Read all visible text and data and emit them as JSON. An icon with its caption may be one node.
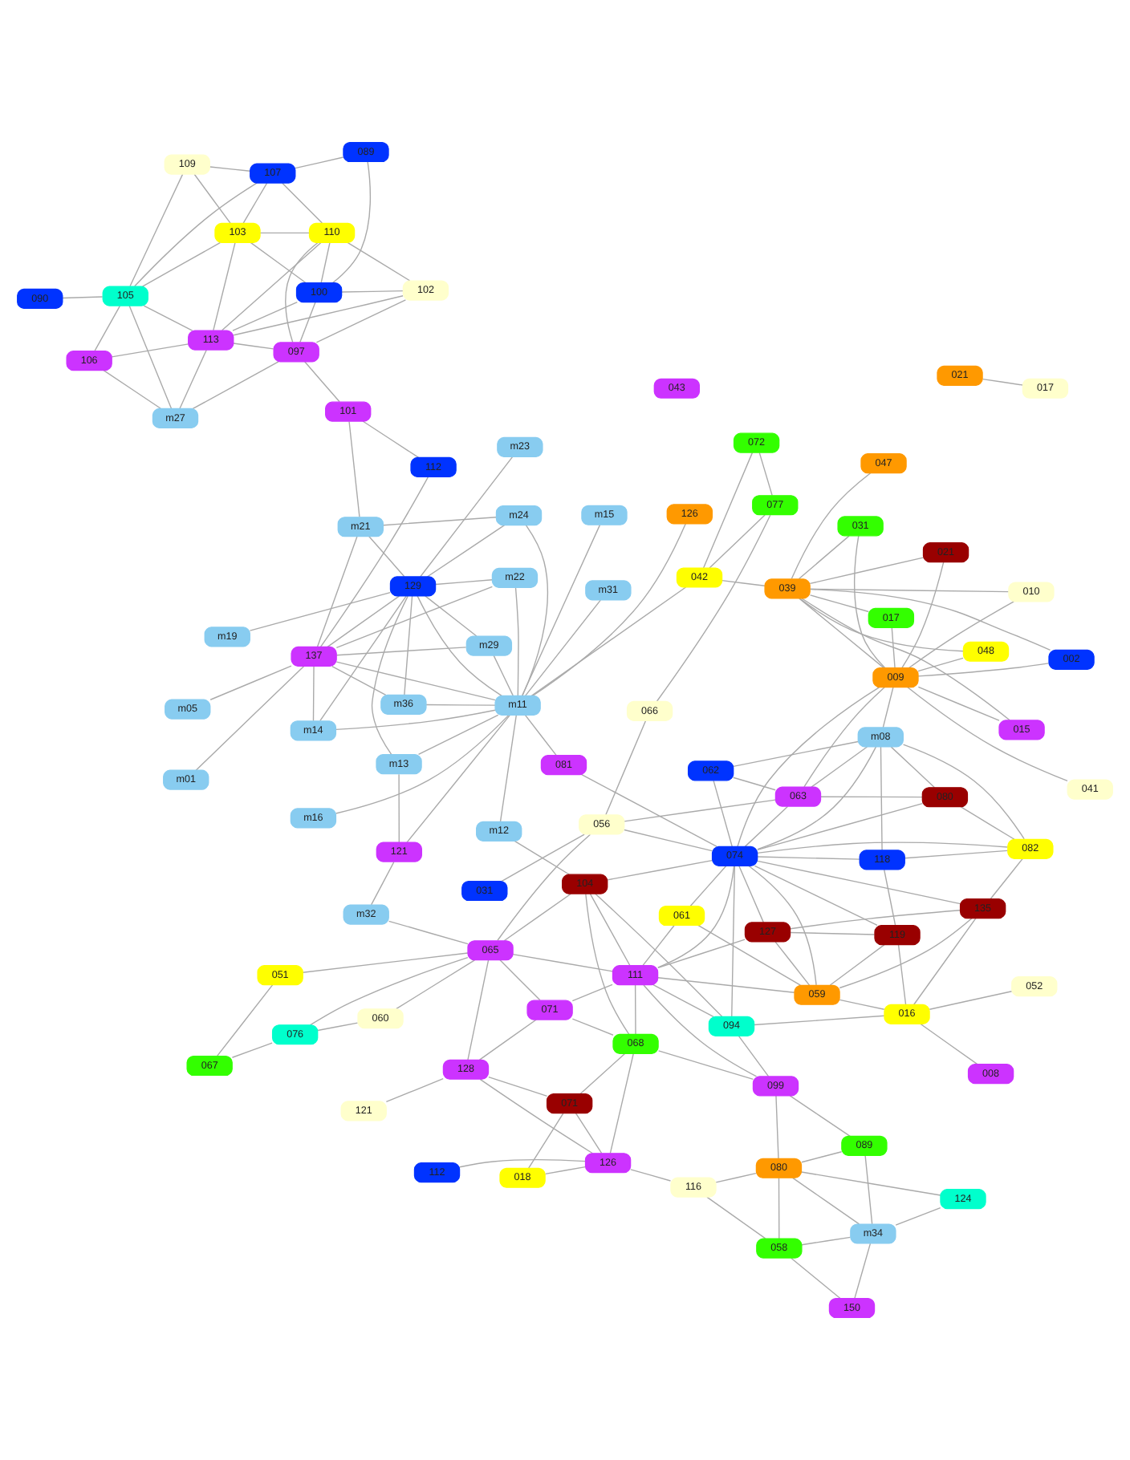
{
  "diagram": {
    "nodes": [
      {
        "text": [
          "008"
        ]
      },
      {
        "text": [
          "021"
        ]
      },
      {
        "text": [
          "052"
        ]
      },
      {
        "text": [
          "150"
        ]
      },
      {
        "text": [
          "017"
        ]
      },
      {
        "text": [
          "m34"
        ]
      },
      {
        "text": [
          "124"
        ]
      },
      {
        "text": [
          "016"
        ]
      },
      {
        "text": [
          "058"
        ]
      },
      {
        "text": [
          "127"
        ]
      },
      {
        "text": [
          "080"
        ]
      },
      {
        "text": [
          "118"
        ]
      },
      {
        "text": [
          "089"
        ]
      },
      {
        "text": [
          "116"
        ]
      },
      {
        "text": [
          "112"
        ]
      },
      {
        "text": [
          "080"
        ]
      },
      {
        "text": [
          "099"
        ]
      },
      {
        "text": [
          "126"
        ]
      },
      {
        "text": [
          "082"
        ]
      },
      {
        "text": [
          "094"
        ]
      },
      {
        "text": [
          "062"
        ]
      },
      {
        "text": [
          "119"
        ]
      },
      {
        "text": [
          "068"
        ]
      },
      {
        "text": [
          "135"
        ]
      },
      {
        "text": [
          "111"
        ]
      },
      {
        "text": [
          "018"
        ]
      },
      {
        "text": [
          "071"
        ]
      },
      {
        "text": [
          "041"
        ]
      },
      {
        "text": [
          "m08"
        ]
      },
      {
        "text": [
          "059"
        ]
      },
      {
        "text": [
          "061"
        ]
      },
      {
        "text": [
          "104"
        ]
      },
      {
        "text": [
          "071"
        ]
      },
      {
        "text": [
          "128"
        ]
      },
      {
        "text": [
          "121"
        ]
      },
      {
        "text": [
          "063"
        ]
      },
      {
        "text": [
          "074"
        ]
      },
      {
        "text": [
          "043"
        ]
      },
      {
        "text": [
          "060"
        ]
      },
      {
        "text": [
          "081"
        ]
      },
      {
        "text": [
          "010"
        ]
      },
      {
        "text": [
          "066"
        ]
      },
      {
        "text": [
          "056"
        ]
      },
      {
        "text": [
          "065"
        ]
      },
      {
        "text": [
          "009"
        ]
      },
      {
        "text": [
          "017"
        ]
      },
      {
        "text": [
          "m12"
        ]
      },
      {
        "text": [
          "002"
        ]
      },
      {
        "text": [
          "076"
        ]
      },
      {
        "text": [
          "067"
        ]
      },
      {
        "text": [
          "m32"
        ]
      },
      {
        "text": [
          "048"
        ]
      },
      {
        "text": [
          "047"
        ]
      },
      {
        "text": [
          "051"
        ]
      },
      {
        "text": [
          "077"
        ]
      },
      {
        "text": [
          "039"
        ]
      },
      {
        "text": [
          "m15"
        ]
      },
      {
        "text": [
          "031"
        ]
      },
      {
        "text": [
          "015"
        ]
      },
      {
        "text": [
          "121"
        ]
      },
      {
        "text": [
          "021"
        ]
      },
      {
        "text": [
          "042"
        ]
      },
      {
        "text": [
          "031"
        ]
      },
      {
        "text": [
          "m11"
        ]
      },
      {
        "text": [
          "m13"
        ]
      },
      {
        "text": [
          "072"
        ]
      },
      {
        "text": [
          "126"
        ]
      },
      {
        "text": [
          "m31"
        ]
      },
      {
        "text": [
          "m14"
        ]
      },
      {
        "text": [
          "m23"
        ]
      },
      {
        "text": [
          "m24"
        ]
      },
      {
        "text": [
          "m36"
        ]
      },
      {
        "text": [
          "129"
        ]
      },
      {
        "text": [
          "m16"
        ]
      },
      {
        "text": [
          "m22"
        ]
      },
      {
        "text": [
          "137"
        ]
      },
      {
        "text": [
          "m19"
        ]
      },
      {
        "text": [
          "m21"
        ]
      },
      {
        "text": [
          "m29"
        ]
      },
      {
        "text": [
          "112"
        ]
      },
      {
        "text": [
          "m01"
        ]
      },
      {
        "text": [
          "m05"
        ]
      },
      {
        "text": [
          "101"
        ]
      },
      {
        "text": [
          "m27"
        ]
      },
      {
        "text": [
          "097"
        ]
      },
      {
        "text": [
          "106"
        ]
      },
      {
        "text": [
          "113"
        ]
      },
      {
        "text": [
          "102"
        ]
      },
      {
        "text": [
          "105"
        ]
      },
      {
        "text": [
          "110"
        ]
      },
      {
        "text": [
          "103"
        ]
      },
      {
        "text": [
          "090"
        ]
      },
      {
        "text": [
          "100"
        ]
      },
      {
        "text": [
          "109"
        ]
      },
      {
        "text": [
          "107"
        ]
      },
      {
        "text": [
          "089"
        ]
      }
    ],
    "edges": [
      {
        "from": 1,
        "to": 4,
        "arrow": "none"
      },
      {
        "from": 0,
        "to": 7,
        "arrow": "none"
      },
      {
        "from": 2,
        "to": 7,
        "arrow": "none"
      },
      {
        "from": 7,
        "to": 21,
        "arrow": "none"
      },
      {
        "from": 7,
        "to": 29,
        "arrow": "none"
      },
      {
        "from": 7,
        "to": 19,
        "arrow": "none"
      },
      {
        "from": 7,
        "to": 23,
        "arrow": "none"
      },
      {
        "from": 9,
        "to": 36,
        "arrow": "none"
      },
      {
        "from": 9,
        "to": 23,
        "arrow": "none"
      },
      {
        "from": 9,
        "to": 21,
        "arrow": "none"
      },
      {
        "from": 9,
        "to": 29,
        "arrow": "none"
      },
      {
        "from": 9,
        "to": 24,
        "arrow": "none"
      },
      {
        "from": 11,
        "to": 18,
        "arrow": "none"
      },
      {
        "from": 11,
        "to": 36,
        "arrow": "none"
      },
      {
        "from": 11,
        "to": 28,
        "arrow": "none"
      },
      {
        "from": 11,
        "to": 21,
        "arrow": "none"
      },
      {
        "from": 15,
        "to": 28,
        "arrow": "none"
      },
      {
        "from": 15,
        "to": 36,
        "arrow": "none"
      },
      {
        "from": 15,
        "to": 35,
        "arrow": "none"
      },
      {
        "from": 15,
        "to": 18,
        "arrow": "none"
      },
      {
        "from": 20,
        "to": 35,
        "arrow": "none"
      },
      {
        "from": 20,
        "to": 28,
        "arrow": "none"
      },
      {
        "from": 20,
        "to": 36,
        "arrow": "none"
      },
      {
        "from": 18,
        "to": 36,
        "arrow": "none"
      },
      {
        "from": 18,
        "to": 28,
        "arrow": "none"
      },
      {
        "from": 18,
        "to": 23,
        "arrow": "none"
      },
      {
        "from": 27,
        "to": 44,
        "arrow": "none"
      },
      {
        "from": 40,
        "to": 55,
        "arrow": "none"
      },
      {
        "from": 40,
        "to": 44,
        "arrow": "none"
      },
      {
        "from": 47,
        "to": 44,
        "arrow": "none"
      },
      {
        "from": 47,
        "to": 55,
        "arrow": "none"
      },
      {
        "from": 51,
        "to": 44,
        "arrow": "none"
      },
      {
        "from": 51,
        "to": 55,
        "arrow": "none"
      },
      {
        "from": 52,
        "to": 55,
        "arrow": "none"
      },
      {
        "from": 58,
        "to": 55,
        "arrow": "none"
      },
      {
        "from": 58,
        "to": 44,
        "arrow": "none"
      },
      {
        "from": 62,
        "to": 55,
        "arrow": "none"
      },
      {
        "from": 62,
        "to": 44,
        "arrow": "none"
      },
      {
        "from": 60,
        "to": 55,
        "arrow": "none"
      },
      {
        "from": 60,
        "to": 44,
        "arrow": "none"
      },
      {
        "from": 45,
        "to": 44,
        "arrow": "none"
      },
      {
        "from": 45,
        "to": 55,
        "arrow": "none"
      },
      {
        "from": 44,
        "to": 55,
        "arrow": "none"
      },
      {
        "from": 44,
        "to": 35,
        "arrow": "none"
      },
      {
        "from": 44,
        "to": 36,
        "arrow": "none"
      },
      {
        "from": 44,
        "to": 28,
        "arrow": "none"
      },
      {
        "from": 55,
        "to": 61,
        "arrow": "none"
      },
      {
        "from": 54,
        "to": 61,
        "arrow": "none"
      },
      {
        "from": 54,
        "to": 65,
        "arrow": "none"
      },
      {
        "from": 65,
        "to": 61,
        "arrow": "none"
      },
      {
        "from": 61,
        "to": 63,
        "arrow": "none"
      },
      {
        "from": 41,
        "to": 54,
        "arrow": "none"
      },
      {
        "from": 42,
        "to": 57,
        "arrow": "none"
      },
      {
        "from": 42,
        "to": 41,
        "arrow": "none"
      },
      {
        "from": 42,
        "to": 36,
        "arrow": "none"
      },
      {
        "from": 42,
        "to": 43,
        "arrow": "none"
      },
      {
        "from": 36,
        "to": 35,
        "arrow": "none"
      },
      {
        "from": 36,
        "to": 28,
        "arrow": "none"
      },
      {
        "from": 36,
        "to": 29,
        "arrow": "none"
      },
      {
        "from": 36,
        "to": 21,
        "arrow": "none"
      },
      {
        "from": 36,
        "to": 23,
        "arrow": "none"
      },
      {
        "from": 36,
        "to": 19,
        "arrow": "none"
      },
      {
        "from": 36,
        "to": 30,
        "arrow": "none"
      },
      {
        "from": 36,
        "to": 24,
        "arrow": "none"
      },
      {
        "from": 36,
        "to": 31,
        "arrow": "none"
      },
      {
        "from": 35,
        "to": 28,
        "arrow": "none"
      },
      {
        "from": 35,
        "to": 42,
        "arrow": "none"
      },
      {
        "from": 39,
        "to": 63,
        "arrow": "none"
      },
      {
        "from": 39,
        "to": 36,
        "arrow": "none"
      },
      {
        "from": 19,
        "to": 24,
        "arrow": "none"
      },
      {
        "from": 19,
        "to": 16,
        "arrow": "none"
      },
      {
        "from": 19,
        "to": 31,
        "arrow": "none"
      },
      {
        "from": 21,
        "to": 29,
        "arrow": "none"
      },
      {
        "from": 23,
        "to": 29,
        "arrow": "none"
      },
      {
        "from": 29,
        "to": 24,
        "arrow": "none"
      },
      {
        "from": 29,
        "to": 30,
        "arrow": "none"
      },
      {
        "from": 30,
        "to": 24,
        "arrow": "none"
      },
      {
        "from": 24,
        "to": 16,
        "arrow": "none"
      },
      {
        "from": 24,
        "to": 22,
        "arrow": "none"
      },
      {
        "from": 24,
        "to": 31,
        "arrow": "none"
      },
      {
        "from": 24,
        "to": 32,
        "arrow": "none"
      },
      {
        "from": 16,
        "to": 10,
        "arrow": "none"
      },
      {
        "from": 16,
        "to": 12,
        "arrow": "none"
      },
      {
        "from": 16,
        "to": 22,
        "arrow": "none"
      },
      {
        "from": 10,
        "to": 5,
        "arrow": "none"
      },
      {
        "from": 10,
        "to": 6,
        "arrow": "none"
      },
      {
        "from": 10,
        "to": 12,
        "arrow": "none"
      },
      {
        "from": 10,
        "to": 13,
        "arrow": "none"
      },
      {
        "from": 5,
        "to": 3,
        "arrow": "none"
      },
      {
        "from": 5,
        "to": 6,
        "arrow": "none"
      },
      {
        "from": 5,
        "to": 12,
        "arrow": "none"
      },
      {
        "from": 5,
        "to": 8,
        "arrow": "none"
      },
      {
        "from": 3,
        "to": 8,
        "arrow": "none"
      },
      {
        "from": 8,
        "to": 13,
        "arrow": "none"
      },
      {
        "from": 8,
        "to": 10,
        "arrow": "none"
      },
      {
        "from": 13,
        "to": 17,
        "arrow": "none"
      },
      {
        "from": 14,
        "to": 17,
        "arrow": "none"
      },
      {
        "from": 17,
        "to": 22,
        "arrow": "none"
      },
      {
        "from": 17,
        "to": 26,
        "arrow": "none"
      },
      {
        "from": 17,
        "to": 33,
        "arrow": "none"
      },
      {
        "from": 22,
        "to": 32,
        "arrow": "none"
      },
      {
        "from": 22,
        "to": 31,
        "arrow": "none"
      },
      {
        "from": 22,
        "to": 26,
        "arrow": "none"
      },
      {
        "from": 25,
        "to": 26,
        "arrow": "none"
      },
      {
        "from": 25,
        "to": 17,
        "arrow": "none"
      },
      {
        "from": 26,
        "to": 33,
        "arrow": "none"
      },
      {
        "from": 32,
        "to": 33,
        "arrow": "none"
      },
      {
        "from": 33,
        "to": 34,
        "arrow": "none"
      },
      {
        "from": 32,
        "to": 43,
        "arrow": "none"
      },
      {
        "from": 33,
        "to": 43,
        "arrow": "none"
      },
      {
        "from": 31,
        "to": 43,
        "arrow": "none"
      },
      {
        "from": 31,
        "to": 46,
        "arrow": "none"
      },
      {
        "from": 24,
        "to": 43,
        "arrow": "none"
      },
      {
        "from": 43,
        "to": 38,
        "arrow": "none"
      },
      {
        "from": 43,
        "to": 48,
        "arrow": "none"
      },
      {
        "from": 43,
        "to": 53,
        "arrow": "none"
      },
      {
        "from": 43,
        "to": 50,
        "arrow": "none"
      },
      {
        "from": 38,
        "to": 48,
        "arrow": "none"
      },
      {
        "from": 48,
        "to": 49,
        "arrow": "none"
      },
      {
        "from": 53,
        "to": 49,
        "arrow": "none"
      },
      {
        "from": 50,
        "to": 59,
        "arrow": "none"
      },
      {
        "from": 46,
        "to": 63,
        "arrow": "none"
      },
      {
        "from": 56,
        "to": 63,
        "arrow": "none"
      },
      {
        "from": 59,
        "to": 63,
        "arrow": "none"
      },
      {
        "from": 59,
        "to": 64,
        "arrow": "none"
      },
      {
        "from": 63,
        "to": 64,
        "arrow": "none"
      },
      {
        "from": 63,
        "to": 66,
        "arrow": "none"
      },
      {
        "from": 63,
        "to": 67,
        "arrow": "none"
      },
      {
        "from": 63,
        "to": 73,
        "arrow": "none"
      },
      {
        "from": 63,
        "to": 70,
        "arrow": "none"
      },
      {
        "from": 63,
        "to": 71,
        "arrow": "none"
      },
      {
        "from": 63,
        "to": 74,
        "arrow": "none"
      },
      {
        "from": 63,
        "to": 75,
        "arrow": "none"
      },
      {
        "from": 63,
        "to": 72,
        "arrow": "none"
      },
      {
        "from": 63,
        "to": 68,
        "arrow": "none"
      },
      {
        "from": 63,
        "to": 78,
        "arrow": "none"
      },
      {
        "from": 64,
        "to": 72,
        "arrow": "none"
      },
      {
        "from": 68,
        "to": 72,
        "arrow": "none"
      },
      {
        "from": 68,
        "to": 75,
        "arrow": "none"
      },
      {
        "from": 72,
        "to": 69,
        "arrow": "none"
      },
      {
        "from": 72,
        "to": 76,
        "arrow": "none"
      },
      {
        "from": 72,
        "to": 75,
        "arrow": "none"
      },
      {
        "from": 72,
        "to": 70,
        "arrow": "none"
      },
      {
        "from": 72,
        "to": 71,
        "arrow": "none"
      },
      {
        "from": 72,
        "to": 74,
        "arrow": "none"
      },
      {
        "from": 72,
        "to": 77,
        "arrow": "none"
      },
      {
        "from": 72,
        "to": 78,
        "arrow": "none"
      },
      {
        "from": 75,
        "to": 79,
        "arrow": "none"
      },
      {
        "from": 75,
        "to": 80,
        "arrow": "none"
      },
      {
        "from": 75,
        "to": 81,
        "arrow": "none"
      },
      {
        "from": 75,
        "to": 74,
        "arrow": "none"
      },
      {
        "from": 75,
        "to": 77,
        "arrow": "none"
      },
      {
        "from": 75,
        "to": 78,
        "arrow": "none"
      },
      {
        "from": 75,
        "to": 71,
        "arrow": "none"
      },
      {
        "from": 70,
        "to": 77,
        "arrow": "none"
      },
      {
        "from": 77,
        "to": 82,
        "arrow": "none"
      },
      {
        "from": 79,
        "to": 82,
        "arrow": "none"
      },
      {
        "from": 82,
        "to": 84,
        "arrow": "none"
      },
      {
        "from": 84,
        "to": 83,
        "arrow": "none"
      },
      {
        "from": 84,
        "to": 86,
        "arrow": "none"
      },
      {
        "from": 84,
        "to": 87,
        "arrow": "none"
      },
      {
        "from": 84,
        "to": 89,
        "arrow": "none"
      },
      {
        "from": 84,
        "to": 92,
        "arrow": "none"
      },
      {
        "from": 83,
        "to": 85,
        "arrow": "none"
      },
      {
        "from": 83,
        "to": 86,
        "arrow": "none"
      },
      {
        "from": 83,
        "to": 88,
        "arrow": "none"
      },
      {
        "from": 85,
        "to": 86,
        "arrow": "none"
      },
      {
        "from": 85,
        "to": 88,
        "arrow": "none"
      },
      {
        "from": 86,
        "to": 88,
        "arrow": "none"
      },
      {
        "from": 86,
        "to": 89,
        "arrow": "none"
      },
      {
        "from": 86,
        "to": 90,
        "arrow": "none"
      },
      {
        "from": 86,
        "to": 92,
        "arrow": "none"
      },
      {
        "from": 86,
        "to": 87,
        "arrow": "none"
      },
      {
        "from": 88,
        "to": 91,
        "arrow": "none"
      },
      {
        "from": 88,
        "to": 90,
        "arrow": "none"
      },
      {
        "from": 88,
        "to": 93,
        "arrow": "none"
      },
      {
        "from": 89,
        "to": 90,
        "arrow": "none"
      },
      {
        "from": 89,
        "to": 92,
        "arrow": "none"
      },
      {
        "from": 90,
        "to": 93,
        "arrow": "none"
      },
      {
        "from": 90,
        "to": 94,
        "arrow": "none"
      },
      {
        "from": 90,
        "to": 92,
        "arrow": "none"
      },
      {
        "from": 93,
        "to": 94,
        "arrow": "none"
      },
      {
        "from": 92,
        "to": 95,
        "arrow": "none"
      },
      {
        "from": 94,
        "to": 95,
        "arrow": "none"
      },
      {
        "from": 87,
        "to": 92,
        "arrow": "none"
      },
      {
        "from": 88,
        "to": 94,
        "arrow": "none"
      },
      {
        "from": 89,
        "to": 94,
        "arrow": "none"
      },
      {
        "from": 87,
        "to": 89,
        "arrow": "none"
      }
    ]
  }
}
